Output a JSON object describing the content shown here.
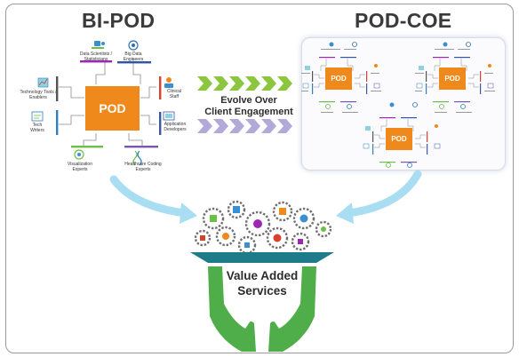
{
  "left": {
    "title": "BI-POD",
    "pod_label": "POD",
    "roles": {
      "data_scientists": "Data Scientists / Statisticians",
      "big_data": "Big Data Engineers",
      "technology_tools": "Technology Tools / Enablers",
      "clinical_staff": "Clinical Staff",
      "tech_writers": "Tech Writers",
      "application_developers": "Application Developers",
      "visualization": "Visualization Experts",
      "healthcare_coding": "Healthcare Coding Experts"
    }
  },
  "right": {
    "title": "POD-COE",
    "pod_label": "POD"
  },
  "middle": {
    "line1": "Evolve Over",
    "line2": "Client Engagement"
  },
  "bottom": {
    "line1": "Value Added",
    "line2": "Services"
  },
  "colors": {
    "pod_orange": "#f0891c",
    "chevron_green": "#8cc63f",
    "chevron_purple": "#9b8fc6",
    "hand_green": "#4fae4a",
    "teal_band": "#1d7b8a",
    "arrow_blue": "#8fd3ec"
  }
}
